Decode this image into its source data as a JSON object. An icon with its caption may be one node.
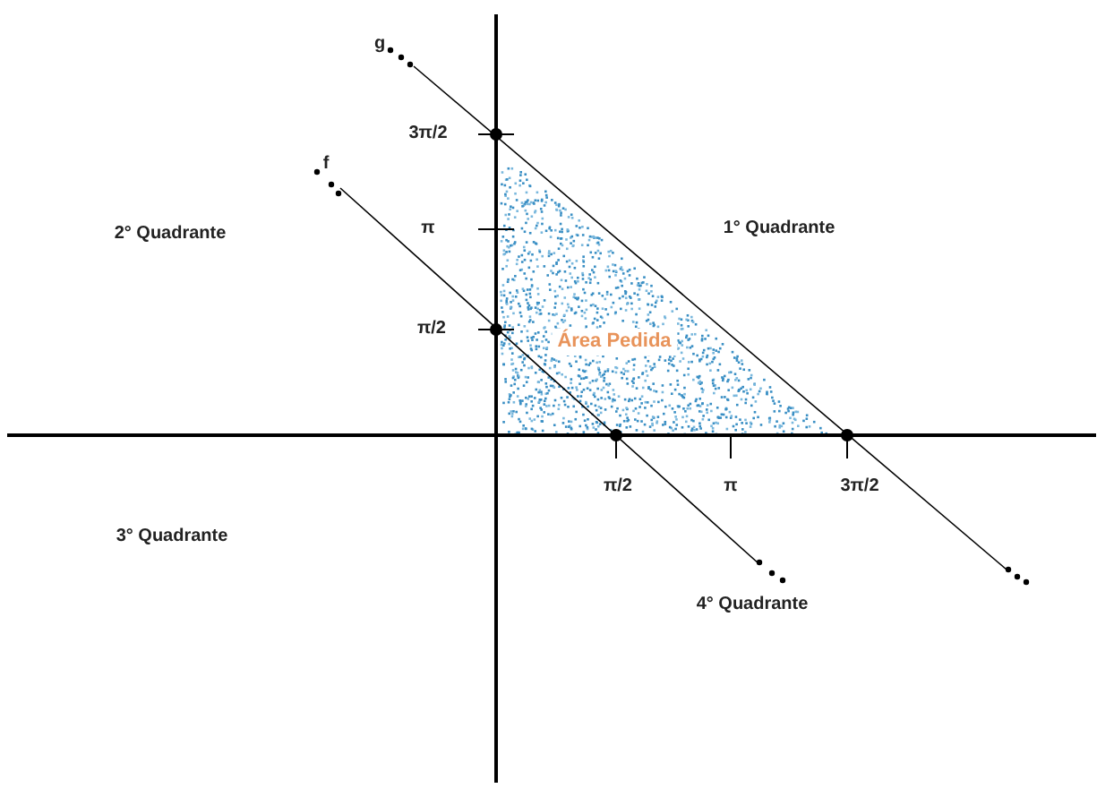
{
  "diagram": {
    "labels": [
      "g",
      "f",
      "3π/2",
      "π",
      "π/2",
      "1° Quadrante",
      "2° Quadrante",
      "Área Pedida",
      "π/2",
      "π",
      "3π/2",
      "3° Quadrante",
      "4° Quadrante"
    ]
  }
}
